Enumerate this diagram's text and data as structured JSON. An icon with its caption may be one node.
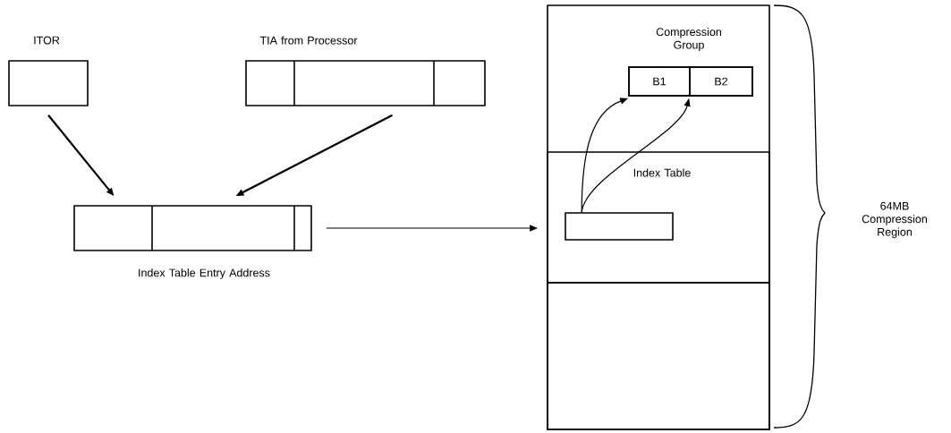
{
  "diagram": {
    "nodes": [
      {
        "text": [
          "ITOR"
        ]
      },
      {
        "text": [
          "TIA from Processor"
        ]
      },
      {
        "text": [
          "Index Table Entry Address"
        ]
      },
      {
        "text": [],
        "shape": "box"
      },
      {
        "text": [
          "Compression Group"
        ],
        "in": 3
      },
      {
        "text": [
          "B1"
        ],
        "in": 4
      },
      {
        "text": [
          "B2"
        ],
        "in": 4
      },
      {
        "text": [
          "Index Table"
        ],
        "in": 3
      },
      {
        "text": [],
        "shape": "box",
        "in": 7
      },
      {
        "text": [],
        "shape": "box",
        "in": 3
      }
    ],
    "edges": [
      {
        "from": 0,
        "to": 2,
        "arrow": "to"
      },
      {
        "from": 1,
        "to": 2,
        "arrow": "to"
      },
      {
        "from": 2,
        "to": 8,
        "arrow": "to"
      },
      {
        "from": 8,
        "to": 5,
        "arrow": "to"
      },
      {
        "from": 8,
        "to": 6,
        "arrow": "to"
      }
    ],
    "labels": [
      "64MB Compression Region"
    ]
  }
}
